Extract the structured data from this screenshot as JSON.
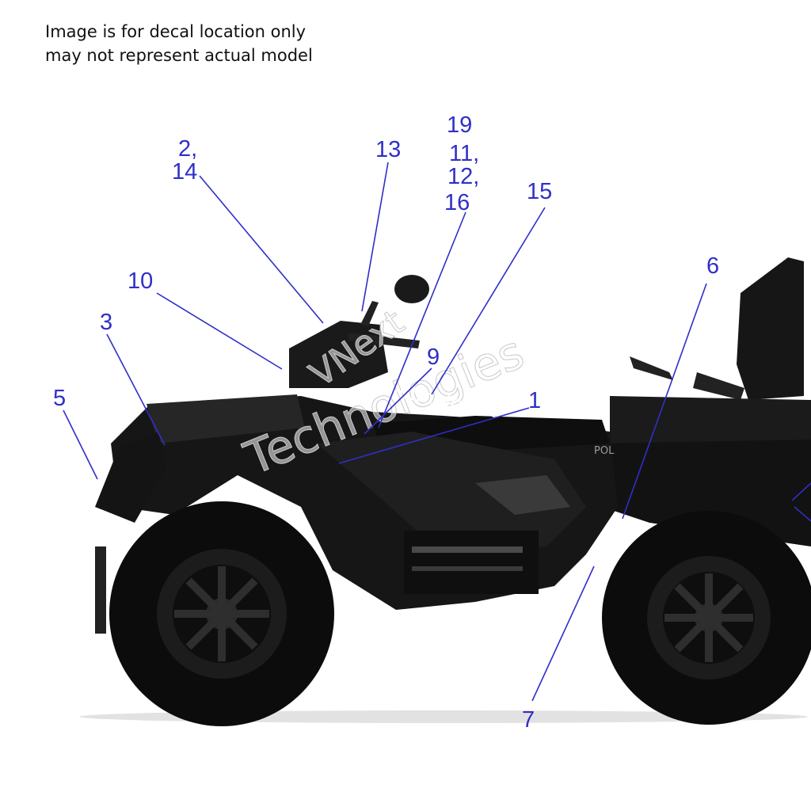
{
  "note": {
    "line1": "Image is for decal location only",
    "line2": "may not represent actual model"
  },
  "callouts": {
    "c2": "2,",
    "c14": "14",
    "c13": "13",
    "c19": "19",
    "c11": "11,",
    "c12": "12,",
    "c16": "16",
    "c15": "15",
    "c10": "10",
    "c3": "3",
    "c5": "5",
    "c9": "9",
    "c1": "1",
    "c6": "6",
    "c7": "7"
  },
  "watermark": {
    "brand": "VNext",
    "name": "Technologies"
  },
  "vehicle": {
    "badge": "POL"
  },
  "colors": {
    "callout": "#2f2fc8",
    "body": "#141414",
    "panel": "#3a3a3a"
  }
}
